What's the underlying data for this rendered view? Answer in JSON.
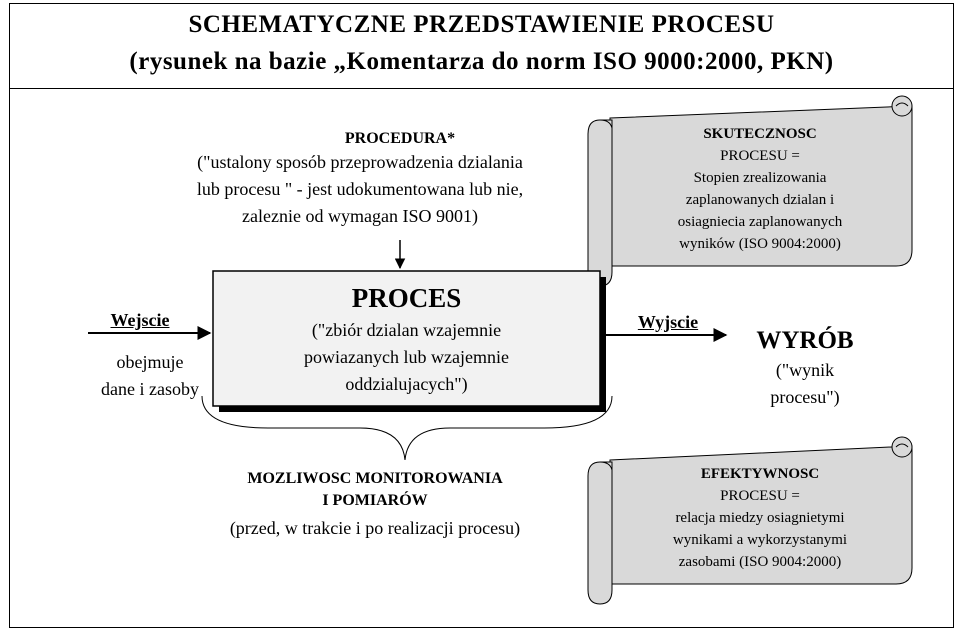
{
  "header": {
    "title_line1": "SCHEMATYCZNE PRZEDSTAWIENIE PROCESU",
    "title_line2": "(rysunek  na bazie „Komentarza do norm ISO 9000:2000, PKN)"
  },
  "procedura": {
    "title": "PROCEDURA*",
    "line1": "(\"ustalony sposób przeprowadzenia dzialania",
    "line2": "lub procesu \" - jest udokumentowana lub nie,",
    "line3": "zaleznie od wymagan ISO 9001)"
  },
  "proces": {
    "title": "PROCES",
    "line1": "(\"zbiór dzialan wzajemnie",
    "line2": "powiazanych lub wzajemnie",
    "line3": "oddzialujacych\")"
  },
  "wejscie": {
    "label": "Wejscie",
    "line1": "obejmuje",
    "line2": "dane i zasoby"
  },
  "wyjscie": {
    "label": "Wyjscie"
  },
  "wyrob": {
    "title": "WYRÓB",
    "line1": "(\"wynik",
    "line2": "procesu\")"
  },
  "skutecznosc": {
    "title": "SKUTECZNOSC",
    "line1": "PROCESU =",
    "line2": "Stopien zrealizowania",
    "line3": "zaplanowanych dzialan i",
    "line4": "osiagniecia zaplanowanych",
    "line5": "wyników (ISO 9004:2000)"
  },
  "efektywnosc": {
    "title": "EFEKTYWNOSC",
    "line1": "PROCESU =",
    "line2": "relacja miedzy osiagnietymi",
    "line3": "wynikami a wykorzystanymi",
    "line4": "zasobami (ISO 9004:2000)"
  },
  "monitorowanie": {
    "title_line1": "MOZLIWOSC MONITOROWANIA",
    "title_line2": "I POMIARÓW",
    "line1": "(przed, w trakcie i po realizacji procesu)"
  },
  "colors": {
    "scroll_fill": "#d9d9d9",
    "box_fill": "#f2f2f2",
    "line": "#000000"
  }
}
